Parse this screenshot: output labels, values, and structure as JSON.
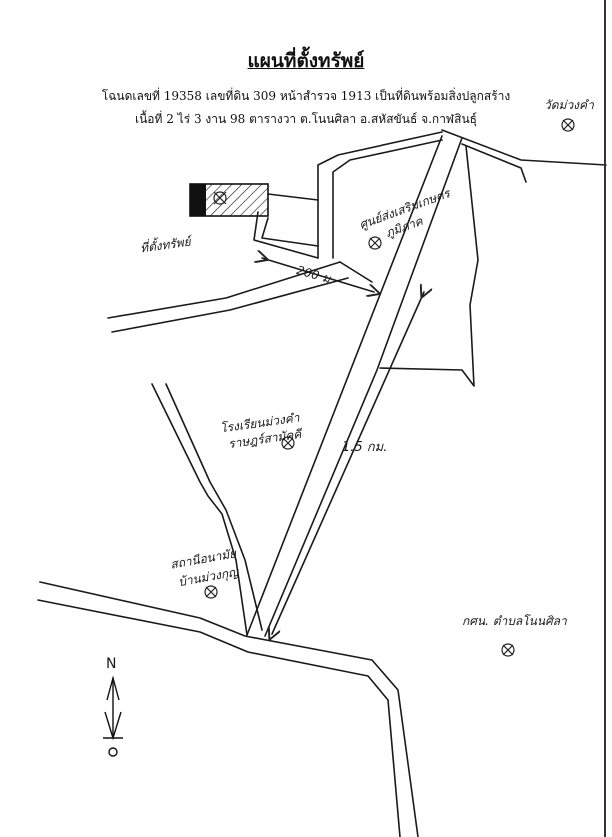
{
  "title": "แผนที่ตั้งทรัพย์",
  "deed_line": "โฉนดเลขที่ 19358 เลขที่ดิน 309 หน้าสำรวจ 1913 เป็นที่ดินพร้อมสิ่งปลูกสร้าง",
  "area_line": "เนื้อที่ 2 ไร่ 3 งาน 98 ตารางวา ต.โนนศิลา อ.สหัสขันธ์ จ.กาฬสินธุ์",
  "labels": {
    "property": "ที่ตั้งทรัพย์",
    "top_right": "วัดม่วงคำ",
    "center_north": "ศูนย์ส่งเสริมเกษตร",
    "center_north_2": "ภูมิภาค",
    "school": "โรงเรียนม่วงคำ",
    "school_2": "ราษฎร์สามัคคี",
    "bottom_left": "สถานีอนามัย",
    "bottom_left_2": "บ้านม่วงกุญ",
    "bottom_right": "กศน. ตำบลโนนศิลา",
    "distance_200": "200 ม.",
    "distance_1_5": "1.5 กม.",
    "north": "N"
  }
}
